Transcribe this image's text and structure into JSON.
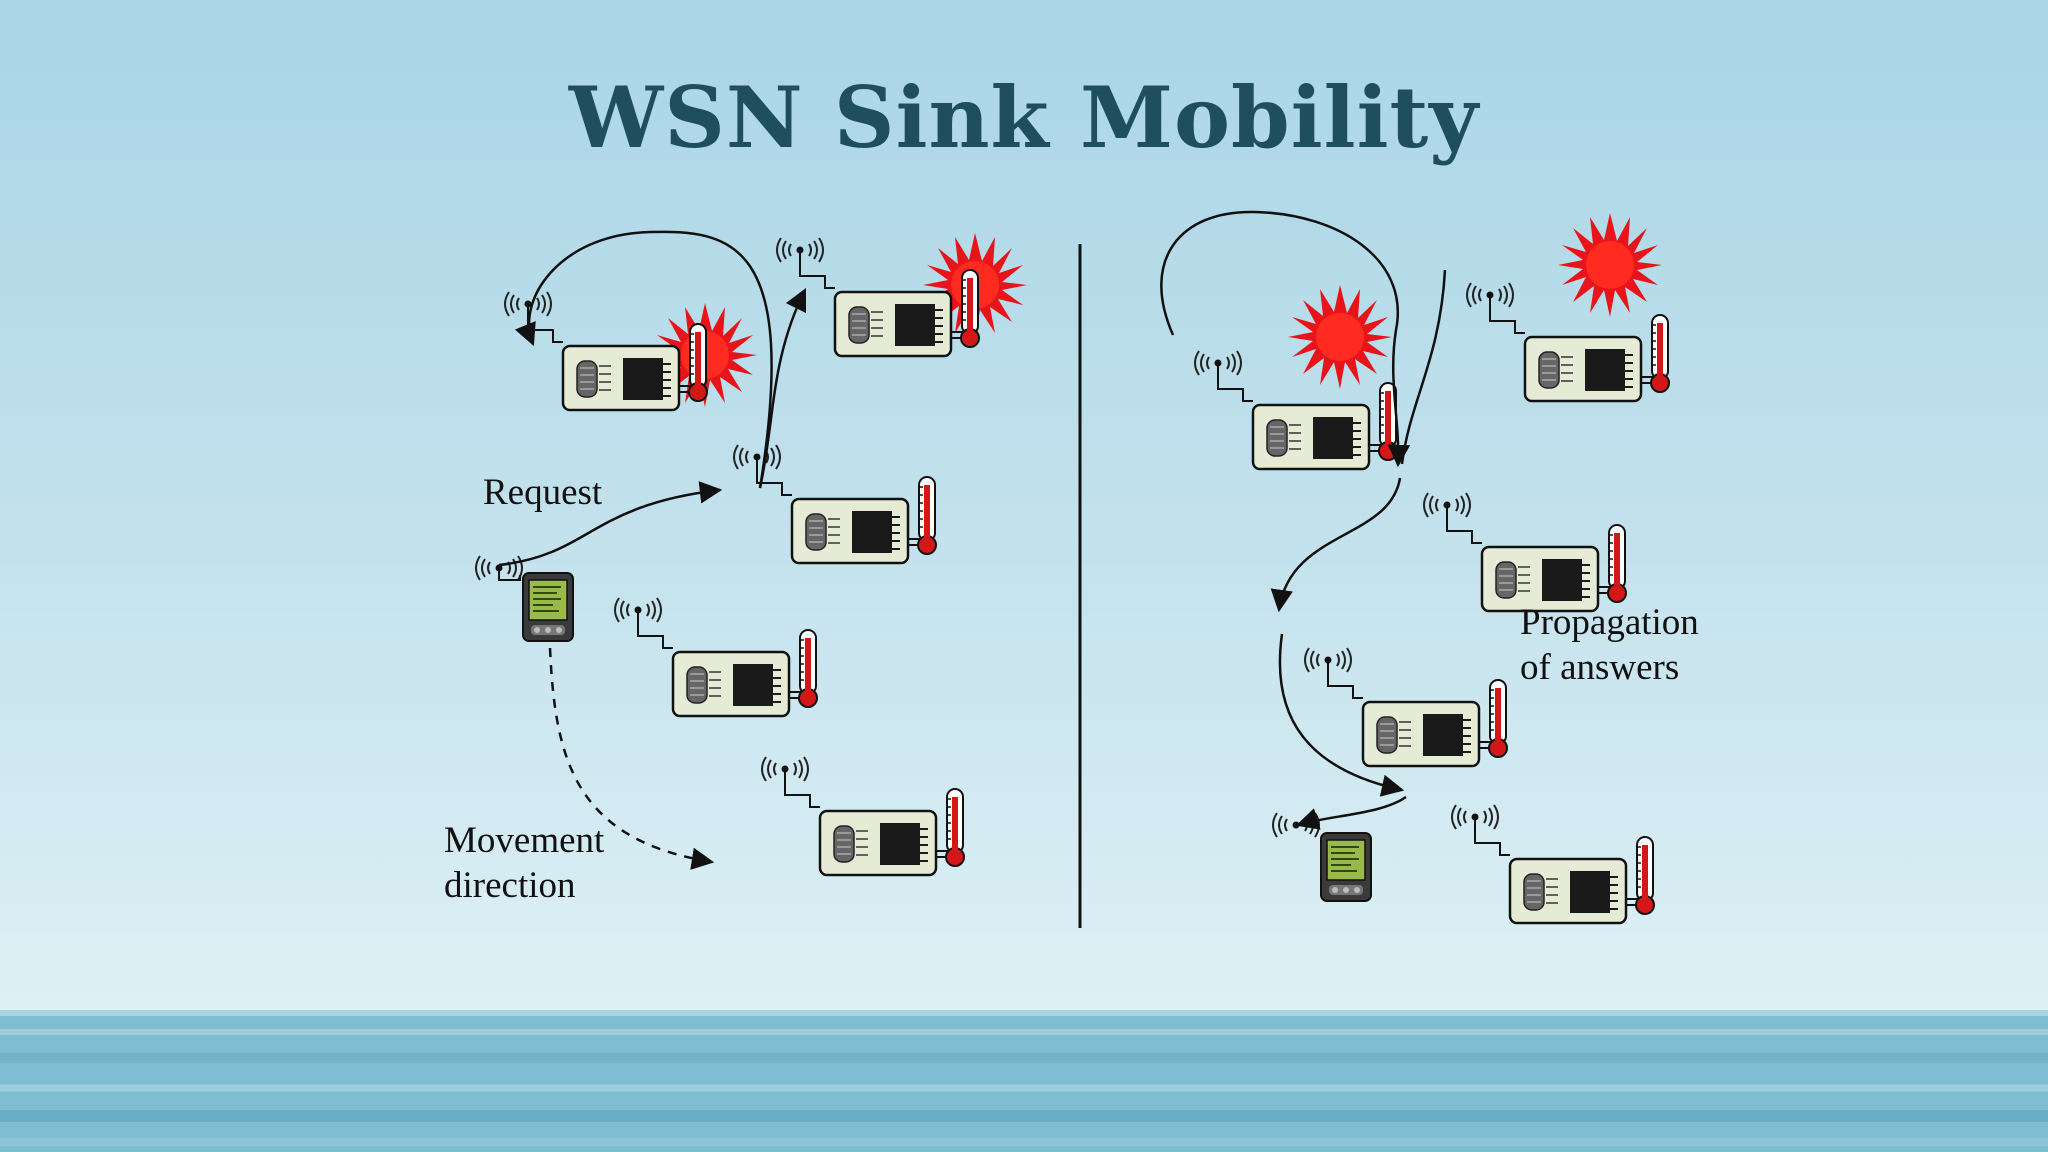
{
  "title": "WSN Sink Mobility",
  "labels": {
    "request": "Request",
    "movement_line1": "Movement",
    "movement_line2": "direction",
    "propagation_line1": "Propagation",
    "propagation_line2": "of answers"
  },
  "colors": {
    "title": "#1f4e5f",
    "alarm_burst": "#e8141a",
    "node_fill": "#e6ebd6",
    "sky_top": "#a9d5e6",
    "sea": "#5fa9c4"
  },
  "icons": [
    "sensor-node",
    "alarm-burst-icon",
    "thermometer-icon",
    "antenna-icon",
    "pda-sink-icon"
  ]
}
